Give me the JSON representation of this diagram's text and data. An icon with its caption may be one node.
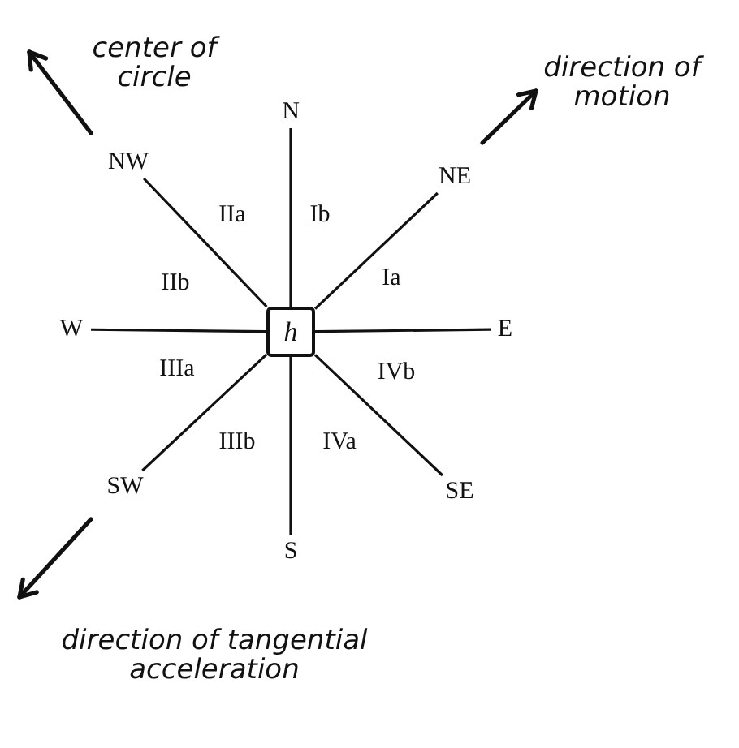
{
  "diagram": {
    "nodes": [
      {
        "text": [
          "h"
        ]
      },
      {
        "text": [
          "N"
        ]
      },
      {
        "text": [
          "NE"
        ]
      },
      {
        "text": [
          "E"
        ]
      },
      {
        "text": [
          "SE"
        ]
      },
      {
        "text": [
          "S"
        ]
      },
      {
        "text": [
          "SW"
        ]
      },
      {
        "text": [
          "W"
        ]
      },
      {
        "text": [
          "NW"
        ]
      }
    ],
    "edges": [
      {
        "from": 0,
        "to": 1,
        "arrow": "none"
      },
      {
        "from": 0,
        "to": 2,
        "arrow": "none"
      },
      {
        "from": 0,
        "to": 3,
        "arrow": "none"
      },
      {
        "from": 0,
        "to": 4,
        "arrow": "none"
      },
      {
        "from": 0,
        "to": 5,
        "arrow": "none"
      },
      {
        "from": 0,
        "to": 6,
        "arrow": "none"
      },
      {
        "from": 0,
        "to": 7,
        "arrow": "none"
      },
      {
        "from": 0,
        "to": 8,
        "arrow": "none"
      }
    ],
    "labels": [
      "center of circle",
      "direction of motion",
      "IIa",
      "Ib",
      "IIb",
      "Ia",
      "IIIa",
      "IVb",
      "IIIb",
      "IVa",
      "direction of tangential acceleration"
    ]
  }
}
